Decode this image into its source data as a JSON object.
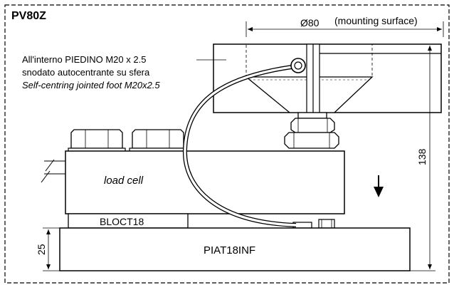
{
  "model_code": "PV80Z",
  "dimension_diameter": "Ø80",
  "mounting_surface_note": "(mounting surface)",
  "foot_note": {
    "line1": "All'interno PIEDINO M20 x 2.5",
    "line2": "snodato autocentrante su sfera",
    "line3": "Self-centring jointed foot M20x2.5"
  },
  "load_cell_label": "load cell",
  "block_label": "BLOCT18",
  "base_plate_label": "PIAT18INF",
  "dim_height_total": "138",
  "dim_base_height": "25",
  "load_arrow": "down-arrow-icon"
}
